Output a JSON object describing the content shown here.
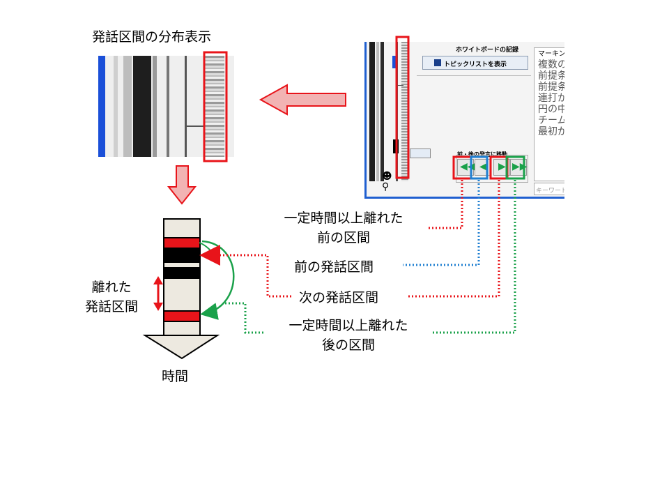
{
  "top_caption": "発話区間の分布表示",
  "app_window": {
    "whiteboard_header": "ホワイトボードの記録",
    "topic_list_button": "トピックリストを表示",
    "nav_group_label": "前・後の発言に移動",
    "marking_header": "マーキン",
    "memo_lines": [
      "複数の",
      "前提条",
      "前提条",
      "連打か",
      "円の中",
      "チーム",
      "最初か"
    ],
    "keyword_placeholder": "キーワード"
  },
  "annotations": {
    "far_previous": "一定時間以上離れた\n前の区間",
    "previous": "前の発話区間",
    "next": "次の発話区間",
    "far_next": "一定時間以上離れた\n後の区間"
  },
  "timeline": {
    "separated_label": "離れた\n発話区間",
    "time_label": "時間"
  },
  "colors": {
    "red": "#e8141a",
    "blue": "#1f7fd1",
    "green": "#1aa14a",
    "arrow_fill": "#f2b3b3",
    "timeline_fill": "#ede9e0"
  }
}
